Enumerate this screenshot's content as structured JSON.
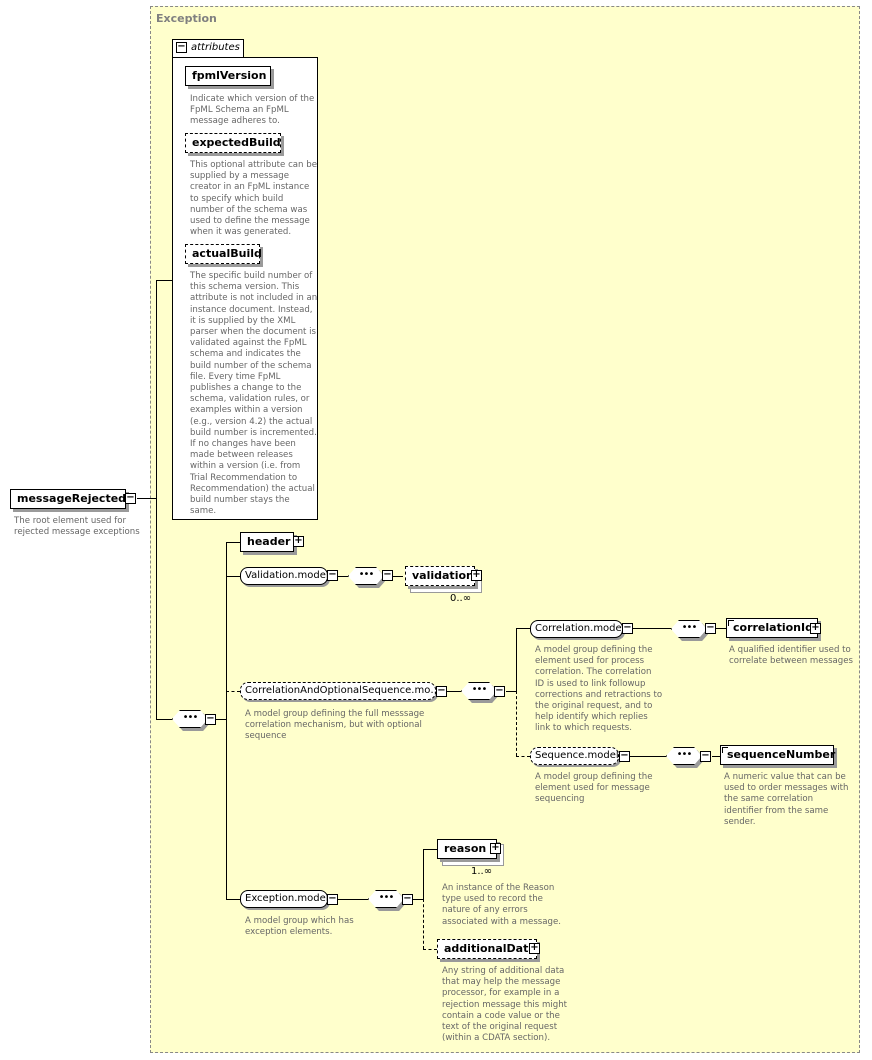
{
  "complex_type": {
    "title": "Exception"
  },
  "root": {
    "label": "messageRejected",
    "description": "The root element used for\nrejected message exceptions"
  },
  "attributes": {
    "tab_label": "attributes",
    "items": [
      {
        "label": "fpmlVersion",
        "description": "Indicate which version of the\nFpML Schema an FpML\nmessage adheres to."
      },
      {
        "label": "expectedBuild",
        "description": "This optional attribute can be\nsupplied by a message\ncreator in an FpML instance\nto specify which build\nnumber of the schema was\nused to define the message\nwhen it was generated."
      },
      {
        "label": "actualBuild",
        "description": "The specific build number of\nthis schema version. This\nattribute is not included in an\ninstance document. Instead,\nit is supplied by the XML\nparser when the document is\nvalidated against the FpML\nschema and indicates the\nbuild number of the schema\nfile. Every time FpML\npublishes a change to the\nschema, validation rules, or\nexamples within a version\n(e.g., version 4.2) the actual\nbuild number is incremented.\nIf no changes have been\nmade between releases\nwithin a version (i.e. from\nTrial Recommendation to\nRecommendation) the actual\nbuild number stays the\nsame."
      }
    ]
  },
  "nodes": {
    "header": {
      "label": "header"
    },
    "validation_model": {
      "label": "Validation.model"
    },
    "validation": {
      "label": "validation",
      "occurrence": "0..∞"
    },
    "cor_opt_seq": {
      "label": "CorrelationAndOptionalSequence.mo…",
      "description": "A model group defining the full messsage\ncorrelation mechanism, but with optional\nsequence"
    },
    "correlation_model": {
      "label": "Correlation.model",
      "description": "A model group defining the\nelement used for process\ncorrelation. The correlation\nID is used to link followup\ncorrections and retractions to\nthe original request, and to\nhelp identify which replies\nlink to which requests."
    },
    "correlation_id": {
      "label": "correlationId",
      "description": "A qualified identifier used to\ncorrelate between messages"
    },
    "sequence_model": {
      "label": "Sequence.model",
      "description": "A model group defining the\nelement used for message\nsequencing"
    },
    "sequence_number": {
      "label": "sequenceNumber",
      "description": "A numeric value that can be\nused to order messages with\nthe same correlation\nidentifier from the same\nsender."
    },
    "exception_model": {
      "label": "Exception.model",
      "description": "A model group which has\nexception elements."
    },
    "reason": {
      "label": "reason",
      "occurrence": "1..∞",
      "description": "An instance of the Reason\ntype used to record the\nnature of any errors\nassociated with a message."
    },
    "additional_data": {
      "label": "additionalData",
      "description": "Any string of additional data\nthat may help the message\nprocessor, for example in a\nrejection message this might\ncontain a code value or the\ntext of the original request\n(within a CDATA section)."
    }
  },
  "glyphs": {
    "expand": "+",
    "collapse": "−",
    "sequence": "•••"
  }
}
